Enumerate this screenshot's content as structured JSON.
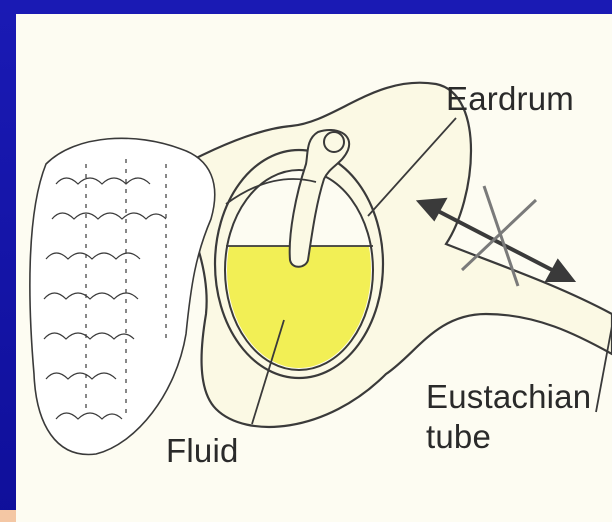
{
  "labels": {
    "eardrum": "Eardrum",
    "fluid": "Fluid",
    "eustachian_line1": "Eustachian",
    "eustachian_line2": "tube"
  },
  "colors": {
    "background": "#1414a8",
    "panel": "#fdfcf2",
    "fluid": "#f2ef55",
    "outline": "#3a3a3a"
  }
}
